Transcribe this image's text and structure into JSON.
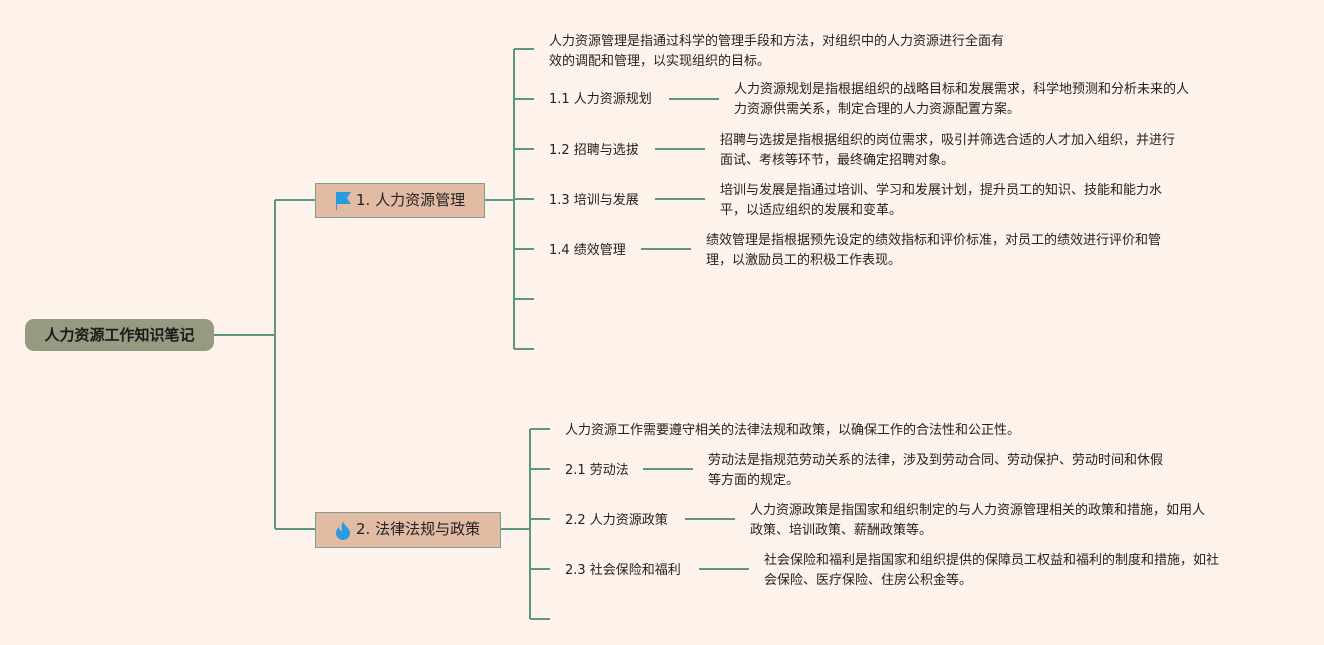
{
  "root": {
    "label": "人力资源工作知识笔记"
  },
  "topics": [
    {
      "label": "1. 人力资源管理",
      "icon": "flag-icon",
      "summary": [
        "人力资源管理是指通过科学的管理手段和方法，对组织中的人力资源进行全面有",
        "效的调配和管理，以实现组织的目标。"
      ],
      "children": [
        {
          "label": "1.1 人力资源规划",
          "desc": [
            "人力资源规划是指根据组织的战略目标和发展需求，科学地预测和分析未来的人",
            "力资源供需关系，制定合理的人力资源配置方案。"
          ]
        },
        {
          "label": "1.2 招聘与选拔",
          "desc": [
            "招聘与选拔是指根据组织的岗位需求，吸引并筛选合适的人才加入组织，并进行",
            "面试、考核等环节，最终确定招聘对象。"
          ]
        },
        {
          "label": "1.3 培训与发展",
          "desc": [
            "培训与发展是指通过培训、学习和发展计划，提升员工的知识、技能和能力水",
            "平，以适应组织的发展和变革。"
          ]
        },
        {
          "label": "1.4 绩效管理",
          "desc": [
            "绩效管理是指根据预先设定的绩效指标和评价标准，对员工的绩效进行评价和管",
            "理，以激励员工的积极工作表现。"
          ]
        }
      ]
    },
    {
      "label": "2. 法律法规与政策",
      "icon": "fire-icon",
      "summary": [
        "人力资源工作需要遵守相关的法律法规和政策，以确保工作的合法性和公正性。"
      ],
      "children": [
        {
          "label": "2.1 劳动法",
          "desc": [
            "劳动法是指规范劳动关系的法律，涉及到劳动合同、劳动保护、劳动时间和休假",
            "等方面的规定。"
          ]
        },
        {
          "label": "2.2 人力资源政策",
          "desc": [
            "人力资源政策是指国家和组织制定的与人力资源管理相关的政策和措施，如用人",
            "政策、培训政策、薪酬政策等。"
          ]
        },
        {
          "label": "2.3 社会保险和福利",
          "desc": [
            "社会保险和福利是指国家和组织提供的保障员工权益和福利的制度和措施，如社",
            "会保险、医疗保险、住房公积金等。"
          ]
        }
      ]
    }
  ],
  "colors": {
    "line": "#5e9585",
    "root": "#969a80",
    "node": "#e2bba5",
    "icon": "#2a9be0"
  }
}
